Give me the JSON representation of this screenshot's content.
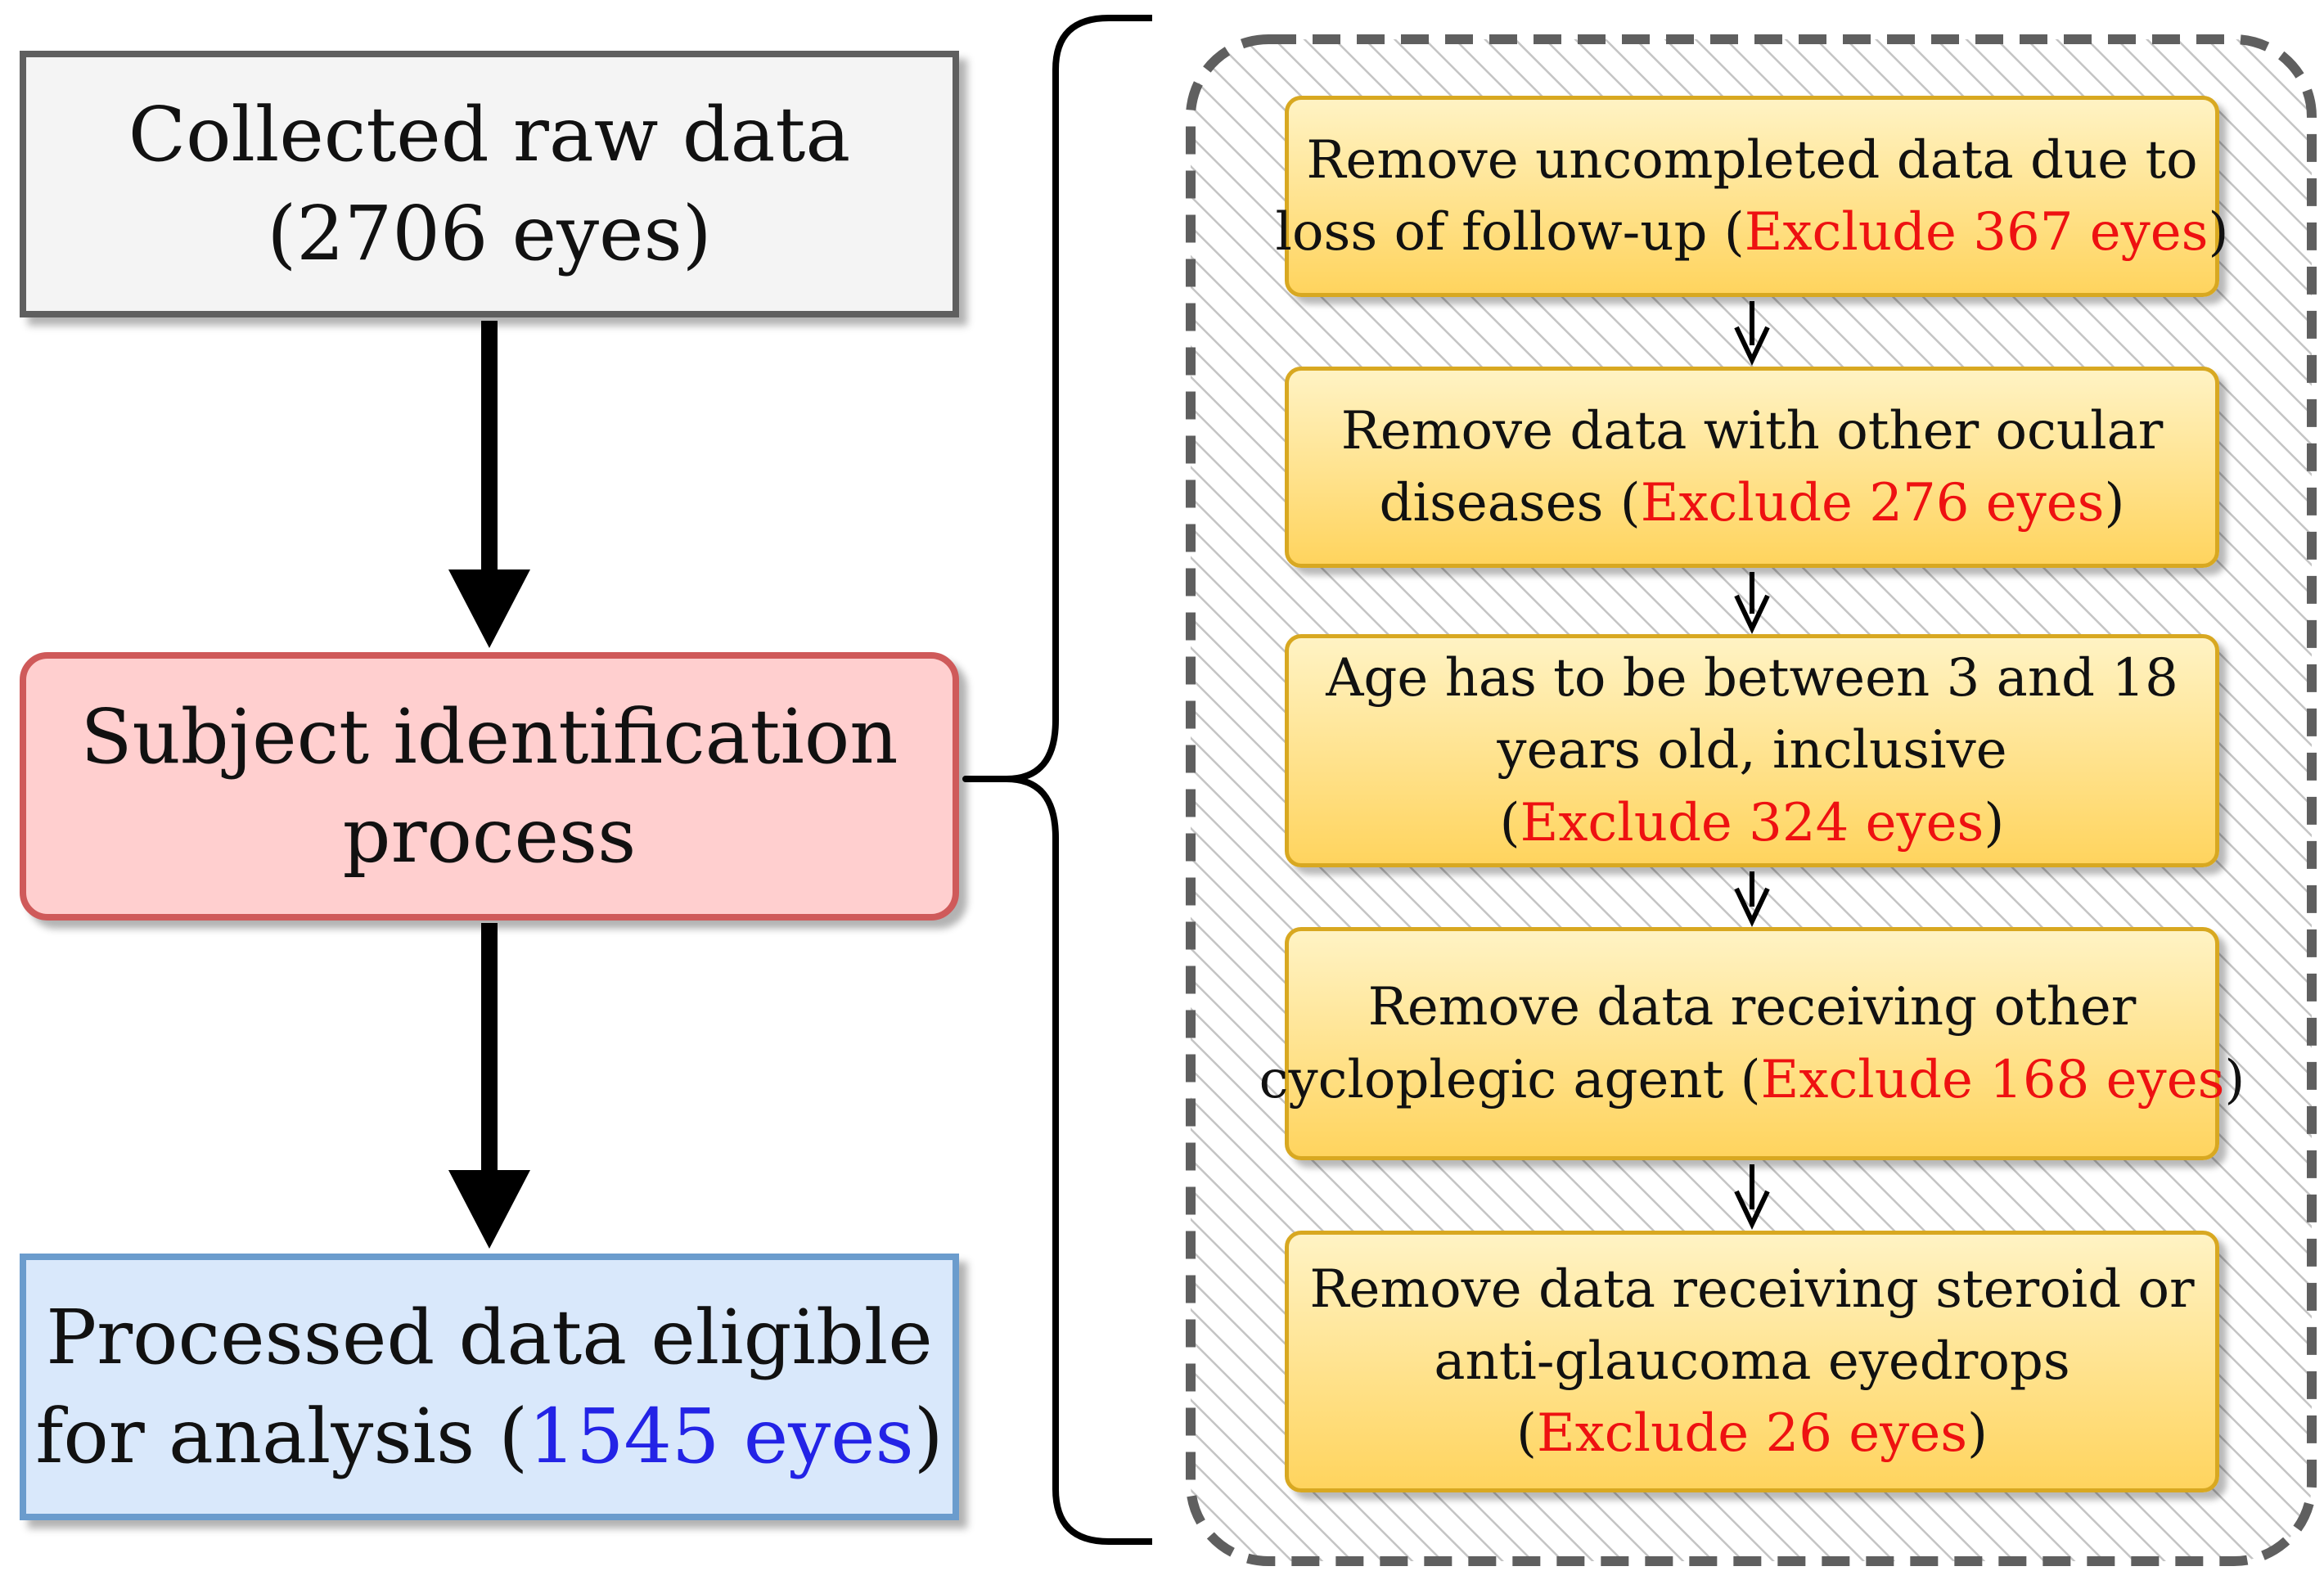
{
  "colors": {
    "raw_fill": "#f4f4f4",
    "raw_border": "#5f5f5f",
    "subject_fill": "#ffcfcf",
    "subject_border": "#cf5a5a",
    "processed_fill": "#d9e8fb",
    "processed_border": "#6b9ccd",
    "step_fill_top": "#fff3c4",
    "step_fill_bottom": "#ffd45e",
    "step_border": "#d8a821",
    "exclude_text": "#ee1111",
    "eligible_count_text": "#2323e6",
    "container_border": "#5f5f5f",
    "hatch": "#c4c4c4",
    "arrow": "#000000"
  },
  "main_flow": {
    "raw": {
      "line1": "Collected raw data",
      "line2": "(2706 eyes)"
    },
    "subject": {
      "line1": "Subject identification",
      "line2": "process"
    },
    "processed": {
      "line1": "Processed data eligible",
      "line2_prefix": "for analysis (",
      "line2_count": "1545 eyes",
      "line2_suffix": ")"
    }
  },
  "criteria": [
    {
      "line1": "Remove uncompleted data due to",
      "line2_prefix": "loss of follow-up (",
      "exclude": "Exclude 367 eyes",
      "suffix": ")"
    },
    {
      "line1": "Remove data with other ocular",
      "line2_prefix": "diseases (",
      "exclude": "Exclude 276 eyes",
      "suffix": ")"
    },
    {
      "line1": "Age has to be between 3 and 18",
      "line2": "years old, inclusive",
      "line3_prefix": "(",
      "exclude": "Exclude 324 eyes",
      "suffix": ")"
    },
    {
      "line1": "Remove data receiving other",
      "line2_prefix": "cycloplegic agent (",
      "exclude": "Exclude 168 eyes",
      "suffix": ")"
    },
    {
      "line1": "Remove data receiving steroid or",
      "line2": "anti-glaucoma eyedrops",
      "line3_prefix": "(",
      "exclude": "Exclude 26 eyes",
      "suffix": ")"
    }
  ]
}
